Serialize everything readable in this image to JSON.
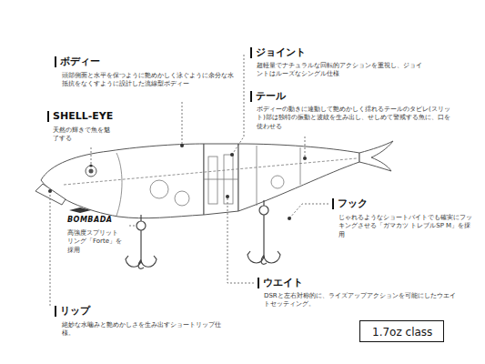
{
  "diagram": {
    "nodes": [
      {
        "text": [
          "1.7oz class"
        ]
      }
    ],
    "labels": [
      "ボディー",
      "頭部側面と水平を保つように艶めかしく泳ぐように余分な水抵抗をなくすように設計した流線型ボディー",
      "SHELL-EYE",
      "天然の輝きで魚を魅了する",
      "ジョイント",
      "超軽量でナチュラルな回転的アクションを重視し、ジョイントはルーズなシングル仕様",
      "テール",
      "ボディーの動きに連動して艶めかしく揺れるテールのタビレ(スリット)部は独特の振動と波紋を生み出し、せしめて警戒する魚に、口を使わせる",
      "フック",
      "じゃれるようなショートバイトでも確実にフッキングさせる「ガマカツ トレブルSP M」を採用",
      "BOMBADA",
      "高強度スプリットリング「Forte」を採用",
      "ウエイト",
      "DSRと左右対称的に、ライズアップアクションを可能にしたウエイトセッティング。",
      "リップ",
      "絶妙な水噛みと艶めかしさを生み出すショートリップ仕様。"
    ]
  }
}
